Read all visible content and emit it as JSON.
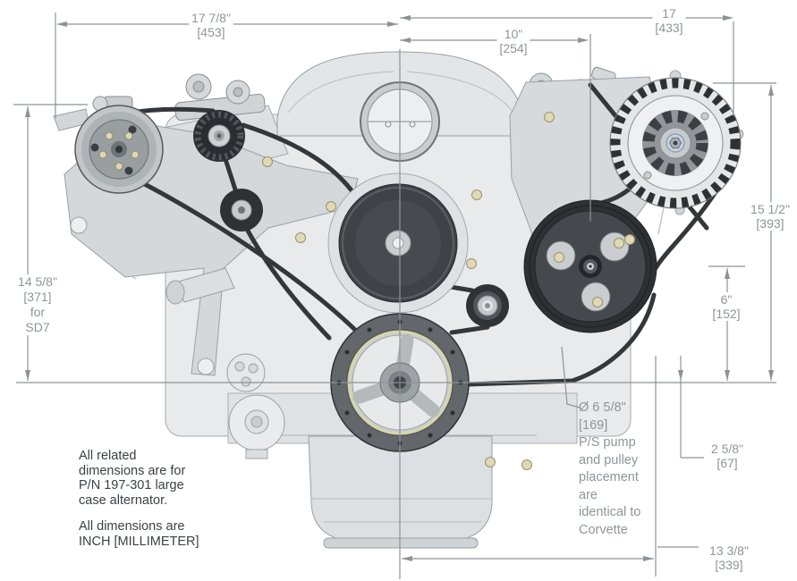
{
  "dimensions": {
    "overall_width": {
      "inch": "17 7/8\"",
      "mm": "[453]"
    },
    "center_to_ps": {
      "inch": "10\"",
      "mm": "[254]"
    },
    "center_to_alt": {
      "inch": "17",
      "mm": "[433]"
    },
    "alt_height": {
      "inch": "15 1/2\"",
      "mm": "[393]"
    },
    "ac_height": {
      "inch": "14 5/8\"",
      "mm": "[371]",
      "note_line1": "for",
      "note_line2": "SD7"
    },
    "ps_height": {
      "inch": "6\"",
      "mm": "[152]"
    },
    "ps_offset": {
      "inch": "2 5/8\"",
      "mm": "[67]"
    },
    "bottom_width": {
      "inch": "13 3/8\"",
      "mm": "[339]"
    }
  },
  "callouts": {
    "ps_pump": {
      "lines": [
        "Ø 6 5/8\"",
        "[169]",
        "P/S pump",
        "and pulley",
        "placement",
        "are",
        "identical to",
        "Corvette"
      ]
    }
  },
  "notes": {
    "alternator": [
      "All related",
      "dimensions are for",
      "P/N 197-301 large",
      "case alternator."
    ],
    "units": [
      "All dimensions are",
      "INCH [MILLIMETER]"
    ]
  },
  "colors": {
    "dimension_gray": "#919598",
    "note_text": "#3e4144",
    "belt_dark": "#34373a",
    "pulley_dark": "#3f4347",
    "damper_accent": "#d6d7a9",
    "bolt_gold": "#dfd9b6",
    "alternator_nut_blue": "#c6d2e2",
    "engine_light": "#e8eaec"
  }
}
